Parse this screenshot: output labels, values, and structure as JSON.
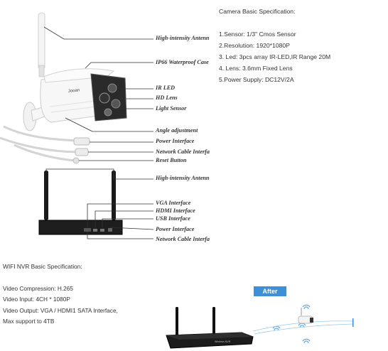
{
  "camera_spec": {
    "title": "Camera Basic Specification:",
    "items": [
      "1.Sensor: 1/3\" Cmos Sensor",
      "2.Resolution: 1920*1080P",
      "3. Led: 3pcs array IR-LED,IR Range 20M",
      "4. Lens: 3.6mm Fixed Lens",
      "5.Power Supply: DC12V/2A"
    ]
  },
  "camera_labels": [
    "High-intensity Antenn",
    "IP66 Waterproof Case",
    "IR LED",
    "HD Lens",
    "Light Sensor",
    "Angle adjustment",
    "Power Interface",
    "Network Cable Interfa",
    "Reset Button"
  ],
  "nvr_labels": [
    "High-intensity Antenn",
    "VGA Interface",
    "HDMI Interface",
    "USB Interface",
    "Power Interface",
    "Network Cable Interfa"
  ],
  "nvr_spec": {
    "title": "WIFI NVR Basic Specification:",
    "items": [
      "Video Compression: H.265",
      "Video Input: 4CH * 1080P",
      "Video Output: VGA / HDMI1 SATA Interface,",
      "Max support to 4TB"
    ]
  },
  "after_badge": "After",
  "camera_brand": "Jooan",
  "nvr_brand": "Wireless NVR"
}
